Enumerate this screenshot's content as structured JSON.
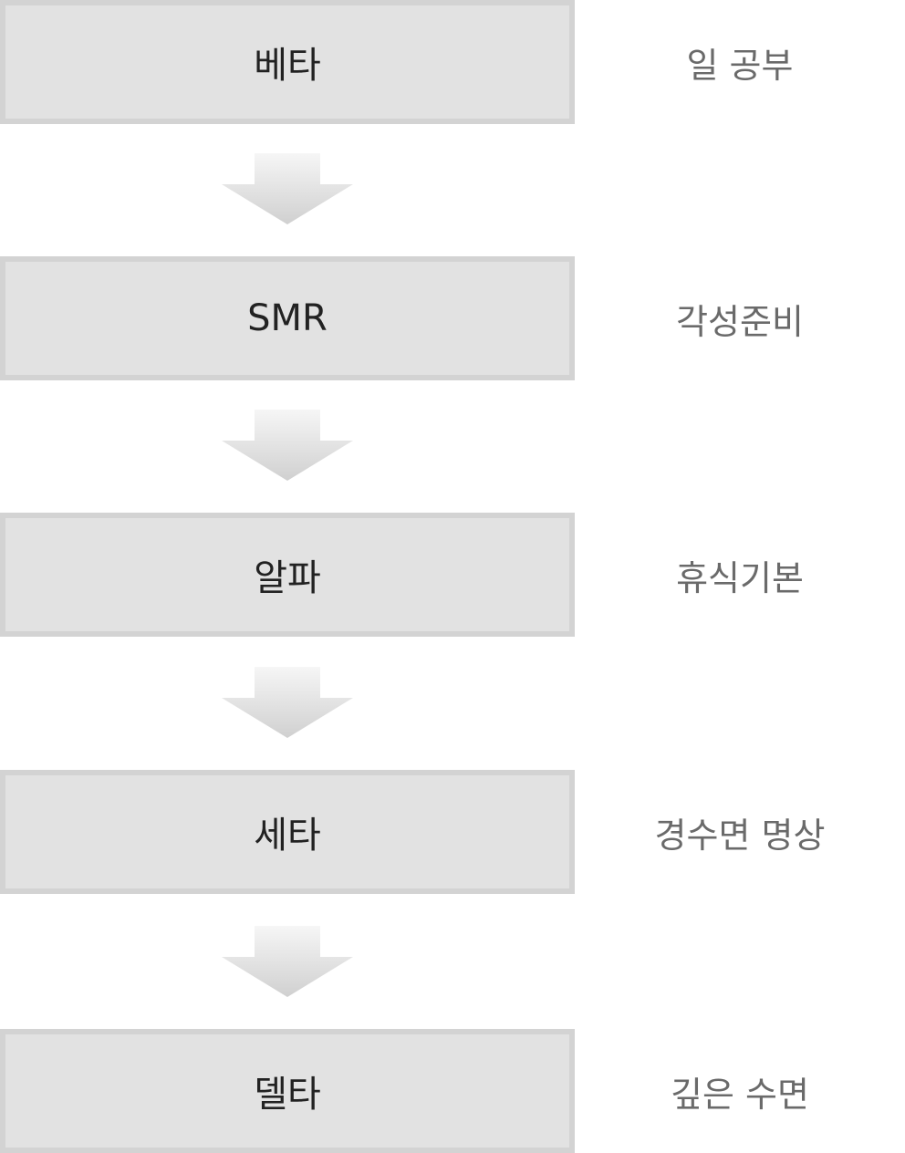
{
  "stages": [
    {
      "label": "베타",
      "description": "일 공부"
    },
    {
      "label": "SMR",
      "description": "각성준비"
    },
    {
      "label": "알파",
      "description": "휴식기본"
    },
    {
      "label": "세타",
      "description": "경수면 명상"
    },
    {
      "label": "델타",
      "description": "깊은 수면"
    }
  ],
  "colors": {
    "box_fill": "#e2e2e2",
    "box_border": "#d3d3d3",
    "label_text": "#222222",
    "description_text": "#6a6a6a",
    "arrow_light": "#f4f4f4",
    "arrow_dark": "#d2d2d2"
  },
  "icons": {
    "connector": "arrow-down-icon"
  }
}
